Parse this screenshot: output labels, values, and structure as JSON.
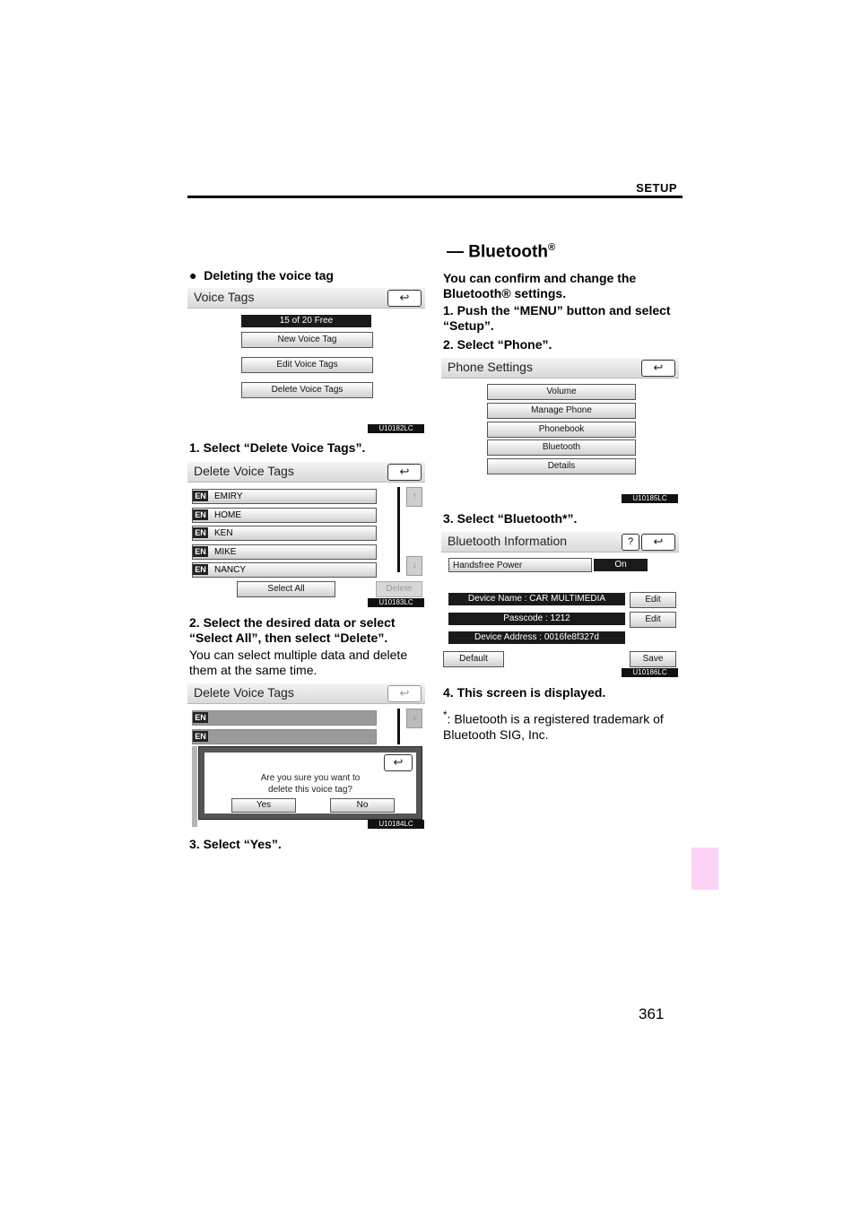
{
  "header": {
    "section": "SETUP"
  },
  "page_number": "361",
  "left_column": {
    "bullet": "●",
    "heading": "Deleting the voice tag",
    "screen1": {
      "title": "Voice Tags",
      "back_icon": "back-arrow-icon",
      "status_bar": "15 of 20 Free",
      "buttons": [
        "New Voice Tag",
        "Edit Voice Tags",
        "Delete Voice Tags"
      ],
      "code": "U10182LC"
    },
    "step1": "1.  Select “Delete Voice Tags”.",
    "screen2": {
      "title": "Delete Voice Tags",
      "lang": "EN",
      "items": [
        "EMIRY",
        "HOME",
        "KEN",
        "MIKE",
        "NANCY"
      ],
      "select_all": "Select All",
      "delete": "Delete",
      "code": "U10183LC"
    },
    "step2_line1": "2.  Select  the  desired  data  or  select",
    "step2_line2": "“Select All”, then select “Delete”.",
    "step2_note_line1": "You can select multiple data and delete",
    "step2_note_line2": "them at the same time.",
    "screen3": {
      "title": "Delete Voice Tags",
      "lang": "EN",
      "dialog_line1": "Are you sure you want to",
      "dialog_line2": "delete this voice tag?",
      "yes": "Yes",
      "no": "No",
      "code": "U10184LC"
    },
    "step3": "3.  Select “Yes”."
  },
  "right_column": {
    "title": "— Bluetooth",
    "title_mark": "®",
    "intro_line1": "You  can  confirm  and  change  the",
    "intro_line2": "Bluetooth® settings.",
    "step1_line1": "1.  Push the “MENU” button and select",
    "step1_line2": "“Setup”.",
    "step2": "2.  Select “Phone”.",
    "screen4": {
      "title": "Phone Settings",
      "buttons": [
        "Volume",
        "Manage Phone",
        "Phonebook",
        "Bluetooth",
        "Details"
      ],
      "code": "U10185LC"
    },
    "step3": "3.  Select “Bluetooth*”.",
    "screen5": {
      "title": "Bluetooth Information",
      "help": "?",
      "handsfree_label": "Handsfree Power",
      "handsfree_value": "On",
      "device_name": "Device Name : CAR MULTIMEDIA",
      "passcode": "Passcode : 1212",
      "device_address": "Device Address : 0016fe8f327d",
      "edit": "Edit",
      "default": "Default",
      "save": "Save",
      "code": "U10186LC"
    },
    "step4": "4.  This screen is displayed.",
    "footnote_mark": "*",
    "footnote_line1": ": Bluetooth is a registered trademark of",
    "footnote_line2": "Bluetooth SIG, Inc."
  }
}
